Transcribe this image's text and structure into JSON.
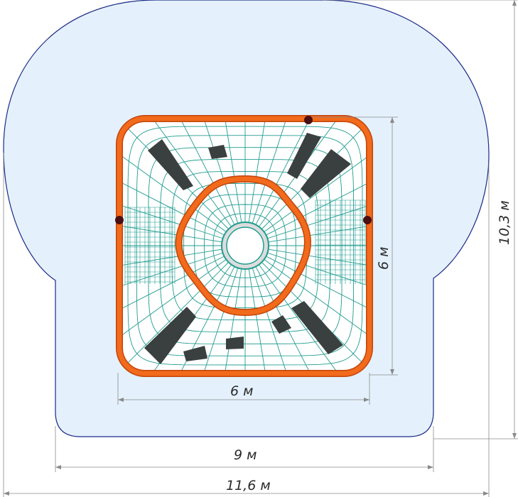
{
  "dimensions": {
    "inner_width": "6 м",
    "inner_depth": "6 м",
    "zone_width": "9 м",
    "overall_width": "11,6 м",
    "overall_depth": "10,3 м"
  },
  "colors": {
    "safety_zone_fill": "#e4f1fc",
    "safety_zone_stroke": "#1b2a86",
    "frame": "#f26a1b",
    "frame_shadow": "#c2450c",
    "net": "#1f9c8f",
    "panel": "#3a3f3f",
    "anchor": "#4a0f12",
    "dimension_line": "#8a8a8a"
  }
}
